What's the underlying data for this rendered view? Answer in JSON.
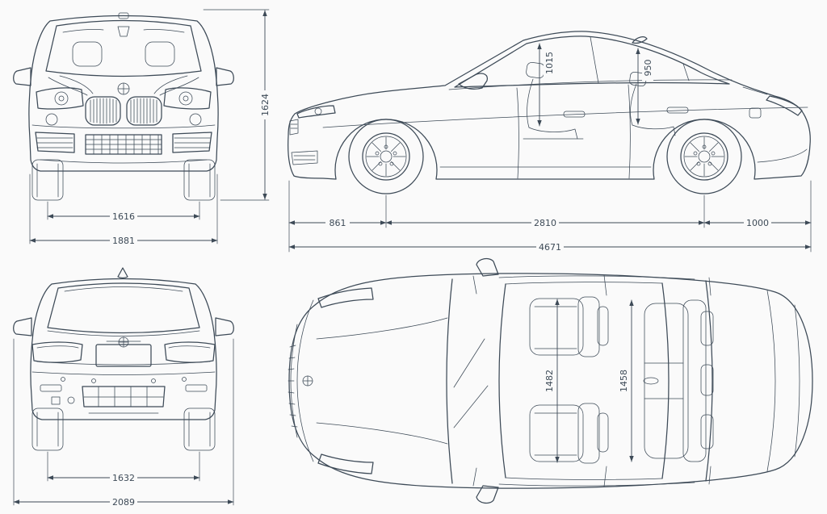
{
  "page": {
    "background_color": "#fafafa",
    "line_color": "#3d4a57"
  },
  "dimensions": {
    "front_view": {
      "overall_height": "1624",
      "track_width": "1616",
      "body_width": "1881"
    },
    "side_view": {
      "front_headroom": "1015",
      "rear_headroom": "950",
      "front_overhang": "861",
      "wheelbase": "2810",
      "rear_overhang": "1000",
      "overall_length": "4671"
    },
    "rear_view": {
      "track_width": "1632",
      "width_with_mirrors": "2089"
    },
    "top_view": {
      "front_interior_width": "1482",
      "rear_interior_width": "1458"
    }
  }
}
